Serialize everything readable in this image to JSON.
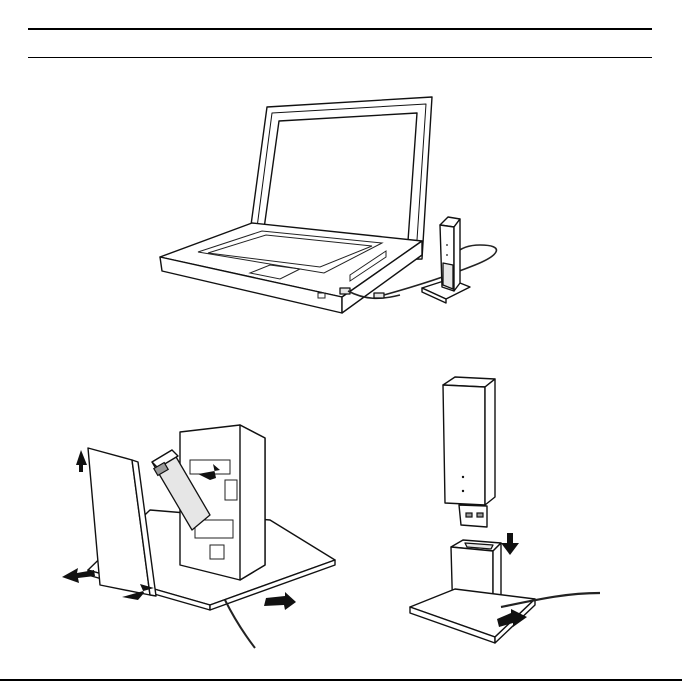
{
  "document": {
    "figures": [
      {
        "id": "laptop-connection",
        "icon": "laptop-usb-adapter-illustration"
      },
      {
        "id": "cradle-disassembly",
        "icon": "cradle-disassembly-illustration"
      },
      {
        "id": "adapter-insertion",
        "icon": "adapter-into-cradle-illustration"
      }
    ]
  }
}
